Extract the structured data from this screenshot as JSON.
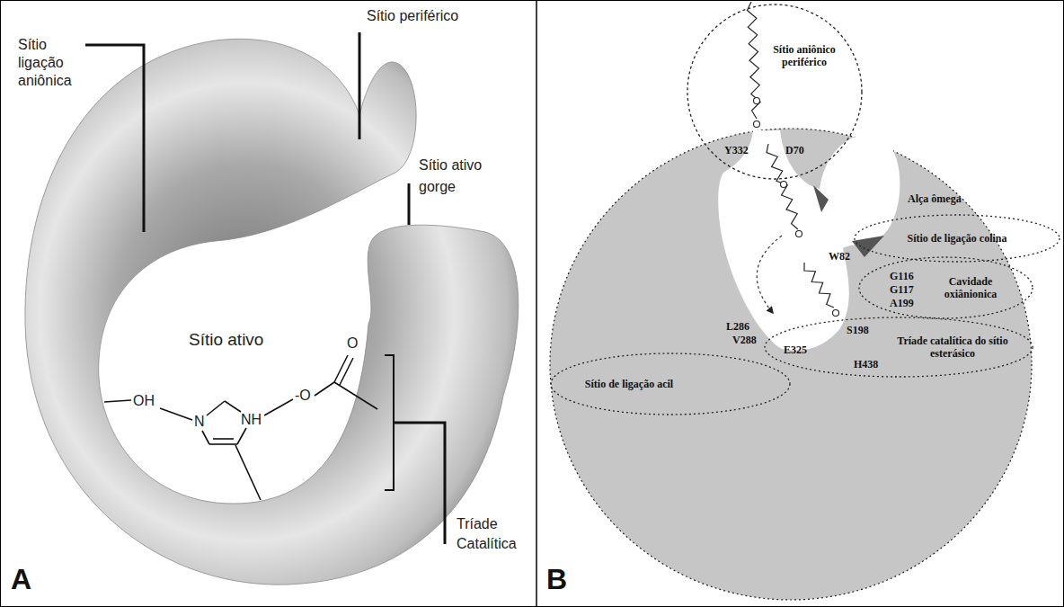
{
  "diagram": {
    "nodes": [
      {
        "text": [
          "Sítio aniônico periférico"
        ]
      },
      {
        "text": [
          "Sítio de ligação colina"
        ]
      },
      {
        "text": [
          "Cavidade oxiânionica"
        ]
      },
      {
        "text": [
          "Tríade catalítica do sítio esterásico"
        ]
      },
      {
        "text": [
          "Sítio de ligação acil"
        ]
      }
    ],
    "labels": [
      "Sítio ligação aniônica",
      "Sítio periférico",
      "Sítio ativo gorge",
      "Sítio ativo",
      "O",
      "OH",
      "N",
      "NH",
      "-O",
      "Tríade Catalítica",
      "A",
      "Y332",
      "D70",
      "Alça ômega",
      "W82",
      "G116",
      "G117",
      "A199",
      "S198",
      "L286",
      "V288",
      "E325",
      "H438",
      "B"
    ]
  }
}
